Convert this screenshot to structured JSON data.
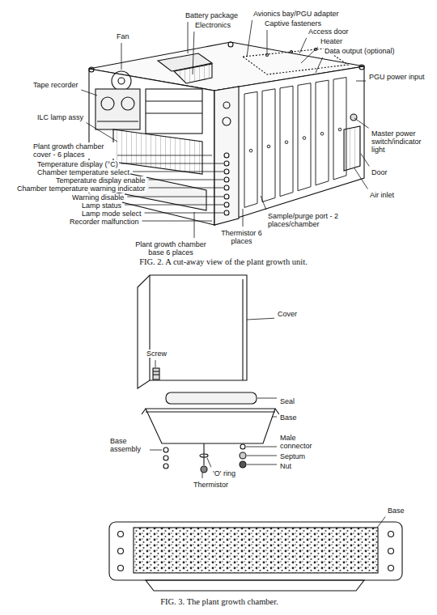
{
  "diagram": {
    "caption": "FIG. 2. A cut-away view of the plant growth unit.",
    "labels": [
      "Battery package",
      "Avionics bay/PGU adapter",
      "Electronics",
      "Captive fasteners",
      "Fan",
      "Access door",
      "Heater",
      "Data output (optional)",
      "PGU power input",
      "Tape recorder",
      "ILC lamp assy",
      "Plant growth chamber cover - 6 places",
      "Temperature display (°C)",
      "Chamber temperature select",
      "Temperature display enable",
      "Chamber temperature warning indicator",
      "Warning disable",
      "Lamp status",
      "Lamp mode select",
      "Recorder malfunction",
      "Thermistor 6 places",
      "Sample/purge port - 2 places/chamber",
      "Plant growth chamber base 6 places",
      "Air inlet",
      "Door",
      "Master power switch/indicator light",
      "Cover",
      "Screw",
      "Seal",
      "Base",
      "Base assembly",
      "Male connector",
      "Septum",
      "Nut",
      "'O' ring",
      "Thermistor",
      "Base",
      "FIG. 3. The plant growth chamber."
    ]
  }
}
